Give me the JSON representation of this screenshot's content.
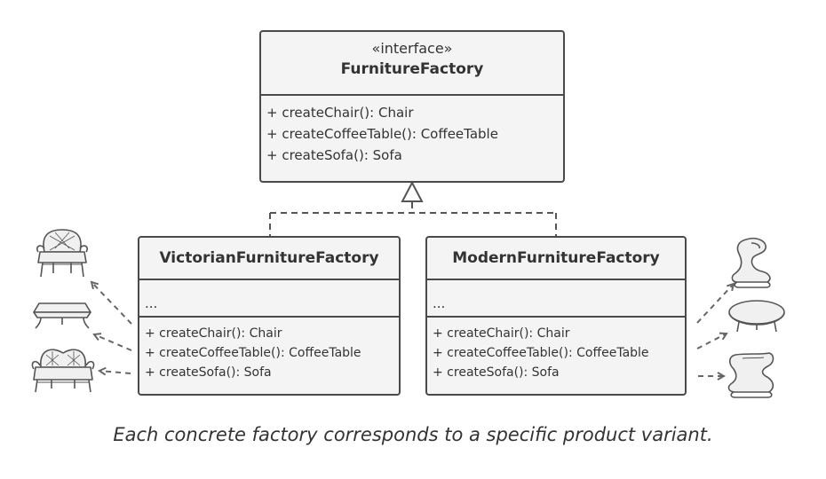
{
  "interface_box": {
    "stereotype": "«interface»",
    "name": "FurnitureFactory",
    "methods": [
      "+ createChair(): Chair",
      "+ createCoffeeTable(): CoffeeTable",
      "+ createSofa(): Sofa"
    ]
  },
  "victorian_box": {
    "name": "VictorianFurnitureFactory",
    "fields": "...",
    "methods": [
      "+ createChair(): Chair",
      "+ createCoffeeTable(): CoffeeTable",
      "+ createSofa(): Sofa"
    ]
  },
  "modern_box": {
    "name": "ModernFurnitureFactory",
    "fields": "...",
    "methods": [
      "+ createChair(): Chair",
      "+ createCoffeeTable(): CoffeeTable",
      "+ createSofa(): Sofa"
    ]
  },
  "caption": "Each concrete factory corresponds to a specific product variant.",
  "colors": {
    "box_fill": "#f4f4f4",
    "box_border": "#4a4a4a",
    "arrow": "#666666",
    "furniture_fill": "#f0f0f0",
    "furniture_stroke": "#555555"
  },
  "icons": {
    "victorian": [
      "victorian-chair-icon",
      "victorian-coffee-table-icon",
      "victorian-sofa-icon"
    ],
    "modern": [
      "modern-chair-icon",
      "modern-coffee-table-icon",
      "modern-sofa-icon"
    ]
  }
}
